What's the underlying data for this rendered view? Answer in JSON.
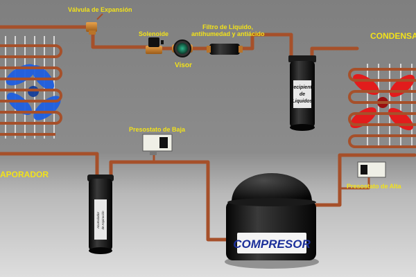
{
  "labels": {
    "expansion_valve": "Válvula de Expansión",
    "solenoid": "Solenoide",
    "sight_glass": "Visor",
    "filter_line1": "Filtro de Liquido,",
    "filter_line2": "antihumedad y antiácido",
    "condenser": "CONDENSA",
    "evaporator": "APORADOR",
    "low_pressostat": "Presostato de Baja",
    "high_pressostat": "Presostato de Alta",
    "compressor": "COMPRESOR",
    "receiver_line1": "Recipiente",
    "receiver_line2": "de",
    "receiver_line3": "Liquidos",
    "accumulator_line1": "Acumulador",
    "accumulator_line2": "de Aspiración"
  },
  "colors": {
    "pipe": "#a6502a",
    "label_yellow": "#f2e21a",
    "cold_fan": "#1f5fe0",
    "hot_fan": "#e21c1c",
    "compressor_text": "#1b2f9a"
  }
}
